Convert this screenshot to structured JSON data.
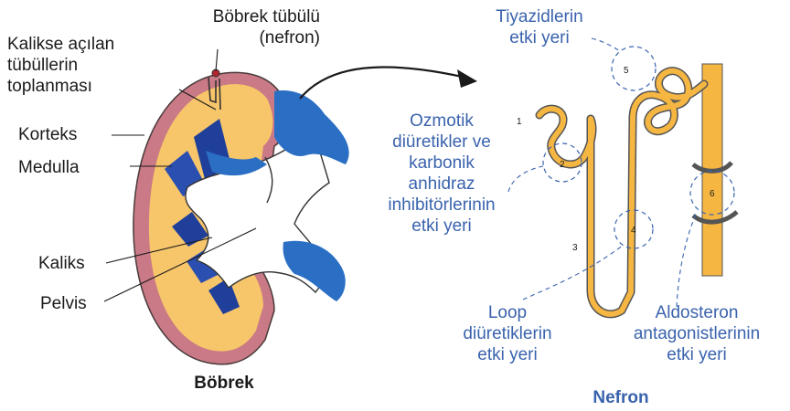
{
  "kidney": {
    "title": "Böbrek",
    "labels": {
      "tubule_line1": "Böbrek tübülü",
      "tubule_line2": "(nefron)",
      "collecting_line1": "Kalikse açılan",
      "collecting_line2": "tübüllerin",
      "collecting_line3": "toplanması",
      "cortex": "Korteks",
      "medulla": "Medulla",
      "calyx": "Kaliks",
      "pelvis": "Pelvis"
    }
  },
  "nephron": {
    "title": "Nefron",
    "sites": [
      {
        "number": "1"
      },
      {
        "number": "2"
      },
      {
        "number": "3"
      },
      {
        "number": "4"
      },
      {
        "number": "5"
      },
      {
        "number": "6"
      }
    ],
    "annotations": {
      "thiazide_line1": "Tiyazidlerin",
      "thiazide_line2": "etki yeri",
      "osmotic_line1": "Ozmotik",
      "osmotic_line2": "diüretikler ve",
      "osmotic_line3": "karbonik",
      "osmotic_line4": "anhidraz",
      "osmotic_line5": "inhibitörlerinin",
      "osmotic_line6": "etki yeri",
      "loop_line1": "Loop",
      "loop_line2": "diüretiklerin",
      "loop_line3": "etki yeri",
      "aldo_line1": "Aldosteron",
      "aldo_line2": "antagonistlerinin",
      "aldo_line3": "etki yeri"
    }
  },
  "colors": {
    "text": "#1a1a1a",
    "annotation": "#3a63ad",
    "tubule_fill": "#f5b642",
    "cortex_fill": "#f7c56a",
    "cortex_band": "#c97a86",
    "medulla_pyramid": "#1f3f9a",
    "pelvis_white": "#ffffff",
    "vessel_blue": "#2a6fc4"
  }
}
